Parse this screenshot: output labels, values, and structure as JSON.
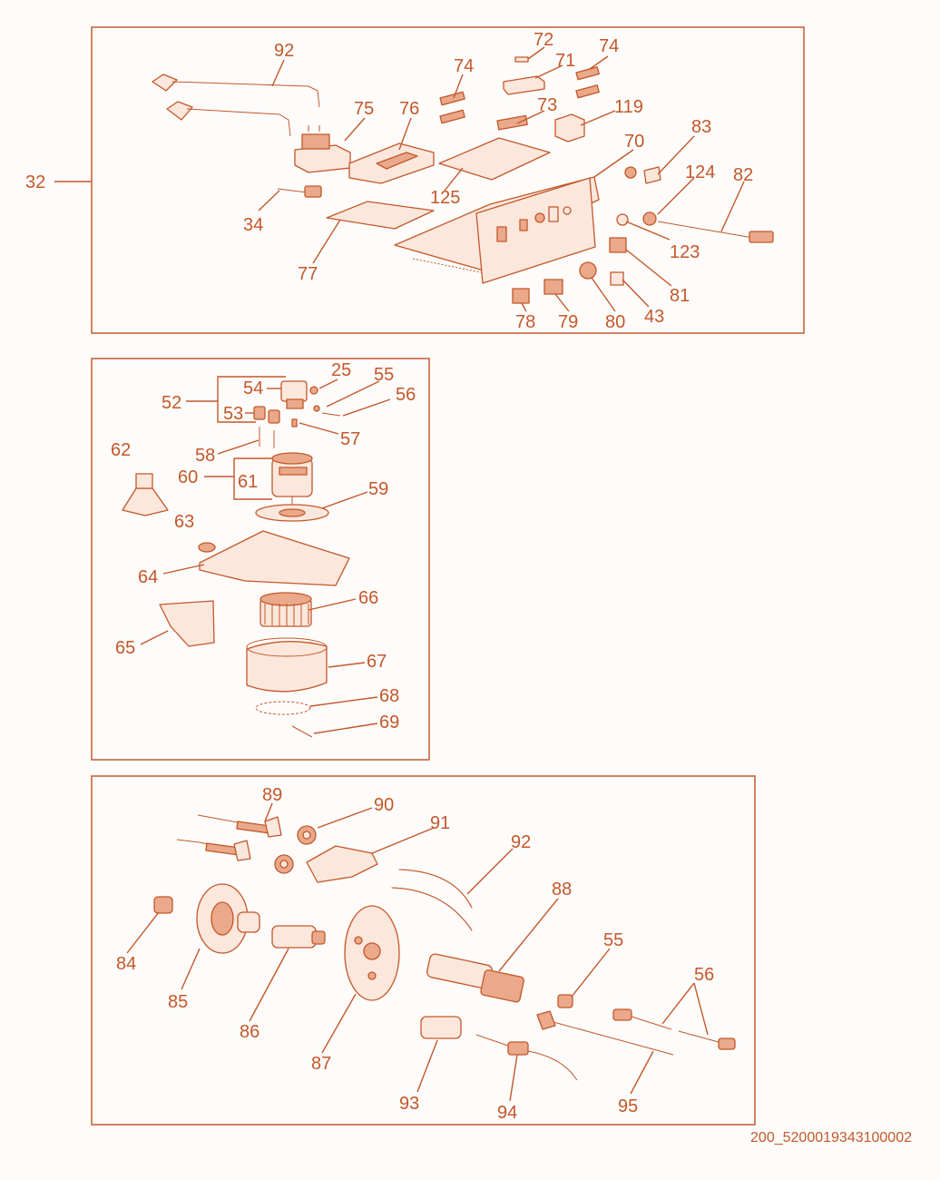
{
  "footer_code": "200_5200019343100002",
  "panels": {
    "top": {
      "group_label": "32",
      "labels": [
        "92",
        "75",
        "76",
        "74",
        "72",
        "71",
        "74",
        "73",
        "119",
        "70",
        "83",
        "124",
        "82",
        "125",
        "34",
        "77",
        "123",
        "81",
        "43",
        "78",
        "79",
        "80"
      ]
    },
    "middle": {
      "labels": [
        "25",
        "55",
        "56",
        "54",
        "52",
        "53",
        "57",
        "58",
        "62",
        "60",
        "61",
        "59",
        "63",
        "64",
        "66",
        "65",
        "67",
        "68",
        "69"
      ]
    },
    "bottom": {
      "labels": [
        "89",
        "90",
        "91",
        "92",
        "88",
        "84",
        "85",
        "86",
        "87",
        "55",
        "56",
        "93",
        "94",
        "95"
      ]
    }
  },
  "colors": {
    "line": "#c4572a",
    "fill": "#fbe7dc",
    "dark_fill": "#e9a98a"
  }
}
